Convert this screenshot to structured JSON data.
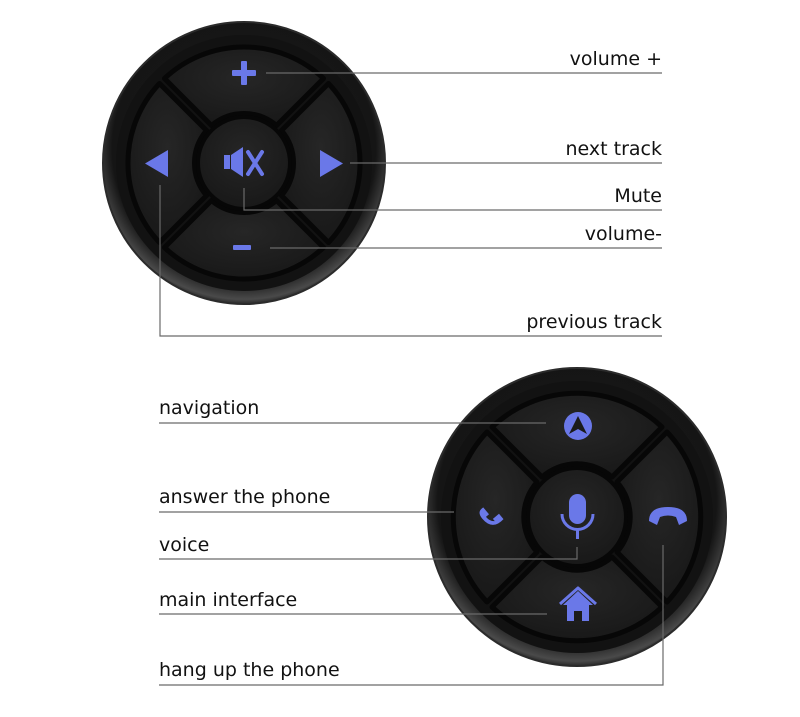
{
  "colors": {
    "background": "#ffffff",
    "body": "#141414",
    "rim": "#3a3a3a",
    "key": "#1d1d1d",
    "key_edge": "#080808",
    "glyph": "#6a78e8",
    "line": "#6a6a6a",
    "text": "#111111"
  },
  "remote_top": {
    "name": "media-remote",
    "buttons": [
      {
        "id": "up",
        "icon": "plus-icon"
      },
      {
        "id": "right",
        "icon": "triangle-right-icon"
      },
      {
        "id": "down",
        "icon": "minus-icon"
      },
      {
        "id": "left",
        "icon": "triangle-left-icon"
      },
      {
        "id": "center",
        "icon": "speaker-mute-icon"
      }
    ],
    "callouts": [
      {
        "key": "volume_plus",
        "text": "volume +",
        "button": "up"
      },
      {
        "key": "next_track",
        "text": "next track",
        "button": "right"
      },
      {
        "key": "mute",
        "text": "Mute",
        "button": "center"
      },
      {
        "key": "volume_minus",
        "text": "volume-",
        "button": "down"
      },
      {
        "key": "previous_track",
        "text": "previous track",
        "button": "left"
      }
    ]
  },
  "remote_bottom": {
    "name": "phone-remote",
    "buttons": [
      {
        "id": "up",
        "icon": "navigation-arrow-icon"
      },
      {
        "id": "right",
        "icon": "hang-up-phone-icon"
      },
      {
        "id": "down",
        "icon": "home-icon"
      },
      {
        "id": "left",
        "icon": "phone-icon"
      },
      {
        "id": "center",
        "icon": "microphone-icon"
      }
    ],
    "callouts": [
      {
        "key": "navigation",
        "text": "navigation",
        "button": "up"
      },
      {
        "key": "answer_phone",
        "text": "answer the phone",
        "button": "left"
      },
      {
        "key": "voice",
        "text": "voice",
        "button": "center"
      },
      {
        "key": "main_interface",
        "text": "main interface",
        "button": "down"
      },
      {
        "key": "hang_up",
        "text": "hang up the phone",
        "button": "right"
      }
    ]
  }
}
